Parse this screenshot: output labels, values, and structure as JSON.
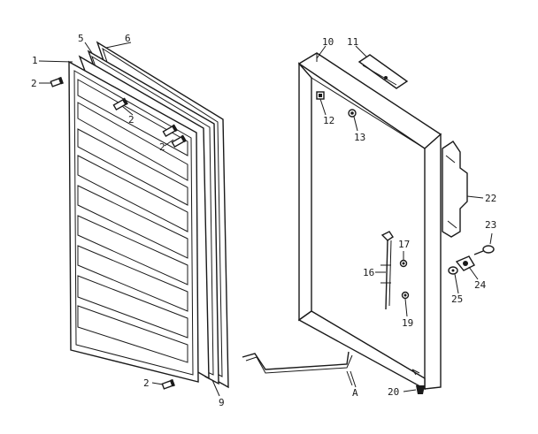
{
  "labels": {
    "l1": "1",
    "l5": "5",
    "l6": "6",
    "l2a": "2",
    "l2b": "2",
    "l2c": "2",
    "l2d": "2",
    "l9": "9",
    "l10": "10",
    "l11": "11",
    "l12": "12",
    "l13": "13",
    "l22": "22",
    "l23": "23",
    "l24": "24",
    "l25": "25",
    "l16": "16",
    "l17": "17",
    "l19": "19",
    "l20": "20",
    "lA": "A"
  }
}
